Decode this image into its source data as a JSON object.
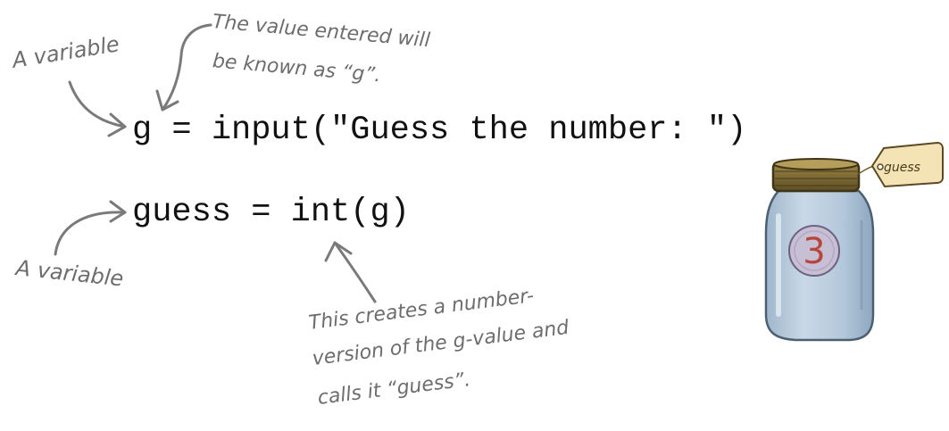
{
  "code": {
    "line1": "g = input(\"Guess the number: \")",
    "line2": "guess = int(g)"
  },
  "annotations": {
    "variable_top": "A variable",
    "variable_bottom": "A variable",
    "value_note_line1": "The value entered will",
    "value_note_line2": "be known as “g”.",
    "int_note_line1": "This creates a number-",
    "int_note_line2": "version of the g-value and",
    "int_note_line3": "calls it “guess”."
  },
  "jar": {
    "tag_label": "guess",
    "value": "3"
  }
}
